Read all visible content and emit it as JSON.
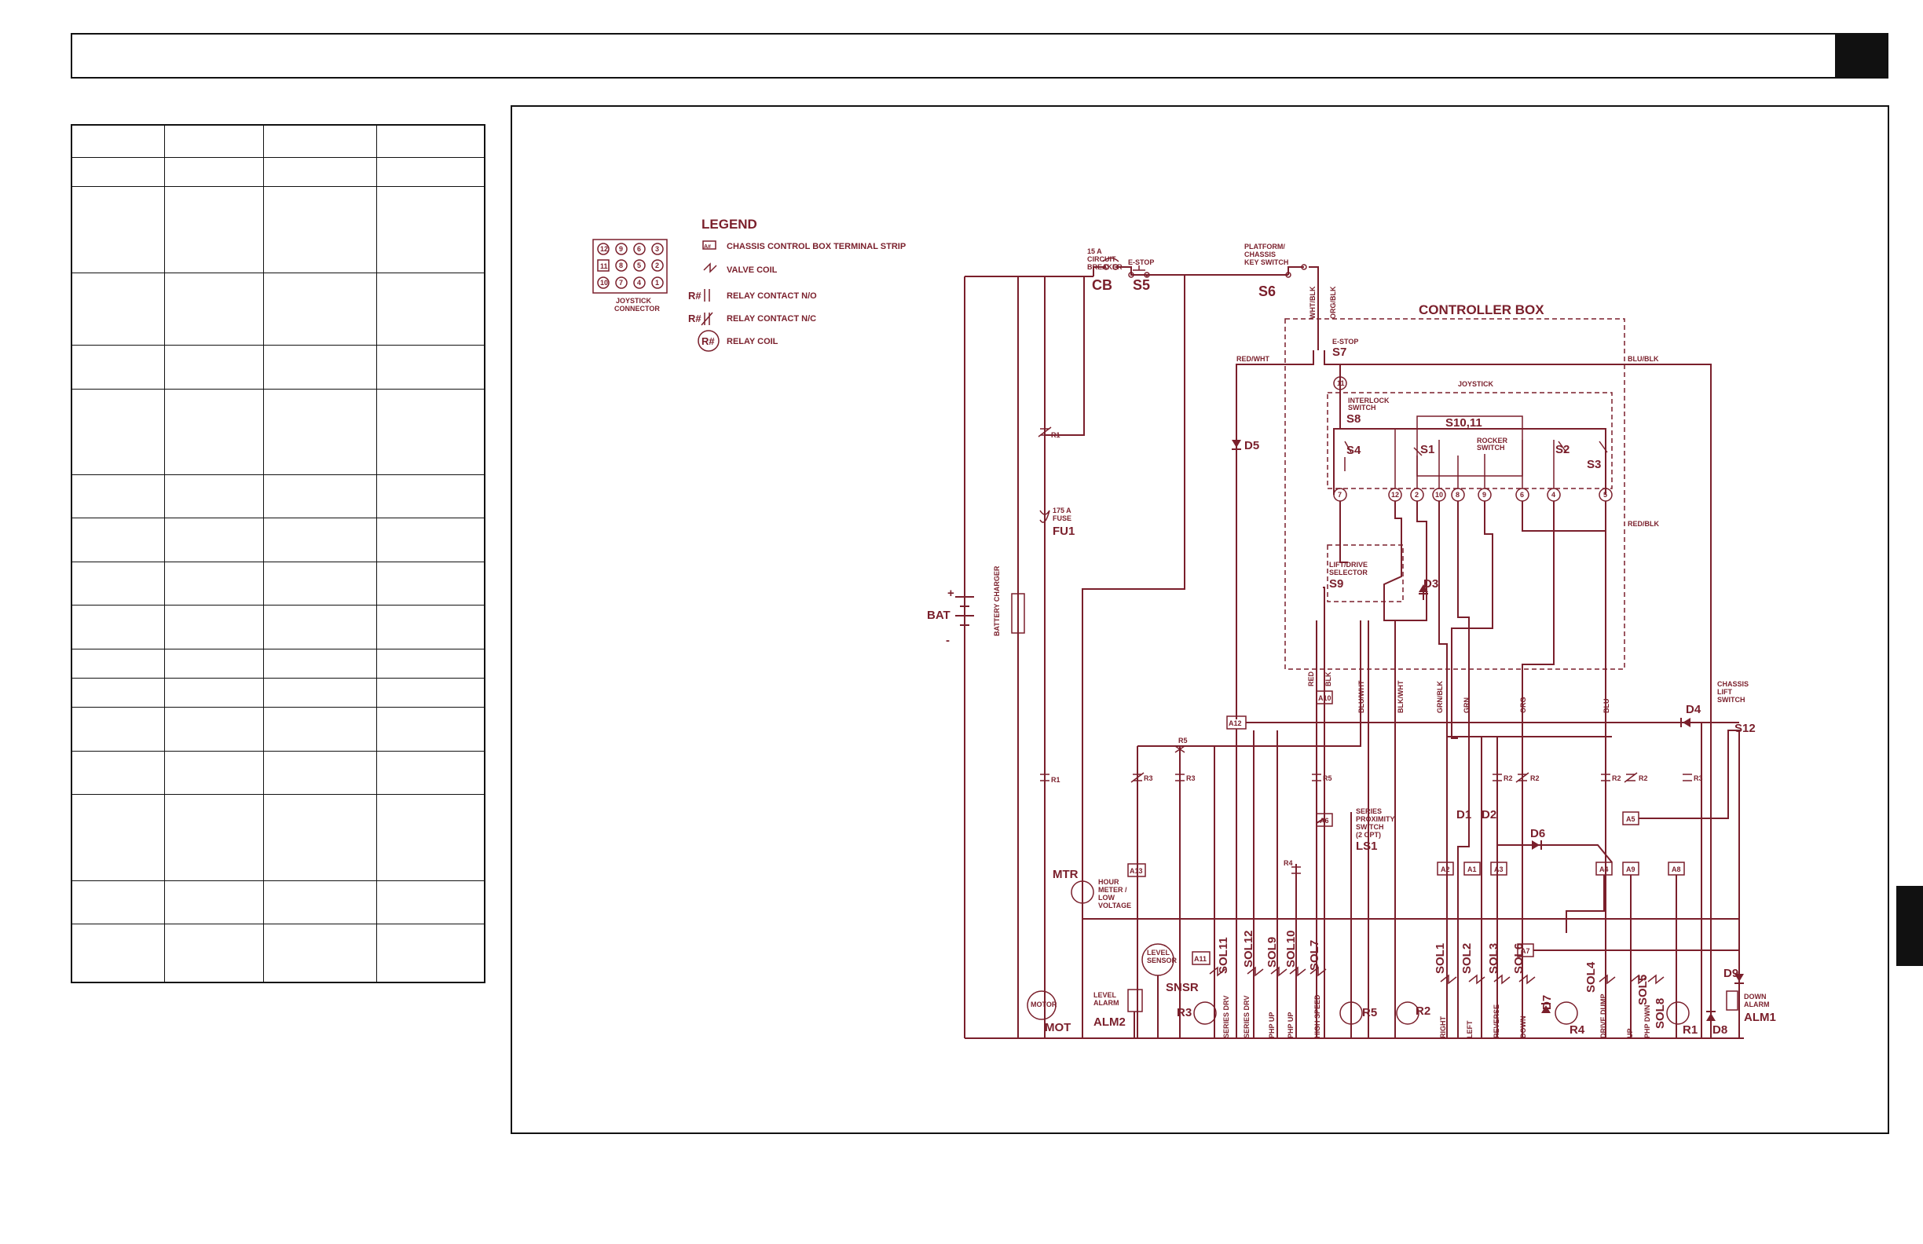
{
  "colors": {
    "wire": "#7a1f2b",
    "frame": "#111111"
  },
  "legend": {
    "title": "LEGEND",
    "terminal": "CHASSIS CONTROL BOX TERMINAL STRIP",
    "terminal_sym": "A#",
    "valve": "VALVE COIL",
    "no": "RELAY CONTACT N/O",
    "nc": "RELAY CONTACT N/C",
    "coil": "RELAY COIL",
    "rsym": "R#"
  },
  "joystick_connector": {
    "line1": "JOYSTICK",
    "line2": "CONNECTOR",
    "pins": [
      "12",
      "9",
      "6",
      "3",
      "11",
      "8",
      "5",
      "2",
      "10",
      "7",
      "4",
      "1"
    ]
  },
  "labels": {
    "cb": "CB",
    "cb_1": "15 A",
    "cb_2": "CIRCUIT",
    "cb_3": "BREAKER",
    "s5": "S5",
    "estop": "E-STOP",
    "s6": "S6",
    "key_1": "PLATFORM/",
    "key_2": "CHASSIS",
    "key_3": "KEY SWITCH",
    "controller_box": "CONTROLLER BOX",
    "s7": "S7",
    "estop2": "E-STOP",
    "joystick": "JOYSTICK",
    "s8": "S8",
    "interlock_1": "INTERLOCK",
    "interlock_2": "SWITCH",
    "s1011": "S10,11",
    "rocker_1": "ROCKER",
    "rocker_2": "SWITCH",
    "s1": "S1",
    "s2": "S2",
    "s3": "S3",
    "s4": "S4",
    "s9": "S9",
    "sel_1": "LIFT/DRIVE",
    "sel_2": "SELECTOR",
    "d3": "D3",
    "d5": "D5",
    "d4": "D4",
    "d1": "D1",
    "d2": "D2",
    "d6": "D6",
    "d7": "D7",
    "d8": "D8",
    "d9": "D9",
    "s12": "S12",
    "chlift_1": "CHASSIS",
    "chlift_2": "LIFT",
    "chlift_3": "SWITCH",
    "ls1": "LS1",
    "prox_1": "SERIES",
    "prox_2": "PROXIMITY",
    "prox_3": "SWITCH",
    "prox_4": "(2 OPT)",
    "bat": "BAT",
    "plus": "+",
    "minus": "-",
    "charger": "BATTERY CHARGER",
    "fu1": "FU1",
    "fuse_1": "175 A",
    "fuse_2": "FUSE",
    "r1": "R1",
    "r2": "R2",
    "r3": "R3",
    "r4": "R4",
    "r5": "R5",
    "mtr": "MTR",
    "hm_1": "HOUR",
    "hm_2": "METER /",
    "hm_3": "LOW",
    "hm_4": "VOLTAGE",
    "mot": "MOT",
    "motor": "MOTOR",
    "alm2": "ALM2",
    "la_1": "LEVEL",
    "la_2": "ALARM",
    "snsr": "SNSR",
    "ls_1": "LEVEL",
    "ls_2": "SENSOR",
    "alm1": "ALM1",
    "da_1": "DOWN",
    "da_2": "ALARM",
    "sol11": "SOL11",
    "sol12": "SOL12",
    "sol9": "SOL9",
    "sol10": "SOL10",
    "sol7": "SOL7",
    "sol1": "SOL1",
    "sol2": "SOL2",
    "sol3": "SOL3",
    "sol6": "SOL6",
    "sol4": "SOL4",
    "sol5": "SOL5",
    "sol8": "SOL8",
    "f_seriesdrv": "SERIES DRV",
    "f_seriesdrv2": "SERIES DRV",
    "f_phpup": "PHP UP",
    "f_phpup2": "PHP UP",
    "f_highspeed": "HIGH SPEED",
    "f_right": "RIGHT",
    "f_left": "LEFT",
    "f_reverse": "REVERSE",
    "f_down": "DOWN",
    "f_drivedump": "DRIVE DUMP",
    "f_up": "UP",
    "f_phpdwn": "PHP DWN",
    "wht_blk": "WHT/BLK",
    "org_blk": "ORG/BLK",
    "red_wht": "RED/WHT",
    "blu_blk": "BLU/BLK",
    "red_blk": "RED/BLK",
    "red": "RED",
    "blk": "BLK",
    "blu_wht": "BLU/WHT",
    "blk_wht": "BLK/WHT",
    "grn_blk": "GRN/BLK",
    "grn": "GRN",
    "org": "ORG",
    "blu": "BLU",
    "a1": "A1",
    "a2": "A2",
    "a3": "A3",
    "a4": "A4",
    "a5": "A5",
    "a6": "A6",
    "a7": "A7",
    "a8": "A8",
    "a9": "A9",
    "a10": "A10",
    "a11": "A11",
    "a12": "A12",
    "a13": "A13",
    "p11": "11",
    "p7": "7",
    "p12": "12",
    "p2": "2",
    "p10": "10",
    "p8": "8",
    "p9": "9",
    "p6": "6",
    "p4": "4",
    "p5": "5"
  }
}
